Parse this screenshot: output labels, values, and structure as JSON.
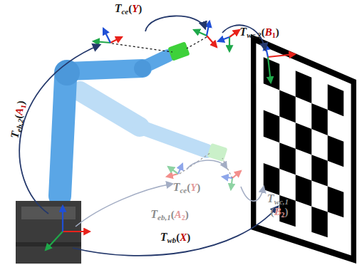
{
  "diagram": {
    "labels": [
      "T",
      "ce",
      "(",
      "Y",
      ")",
      "T",
      "wc,2",
      "(",
      "B",
      "1",
      ")",
      "T",
      "eb,2",
      "(",
      "A",
      "1",
      ")",
      "T",
      "ce",
      "(",
      "Y",
      ")",
      "T",
      "wc,1",
      "(",
      "B",
      "2",
      ")",
      "T",
      "eb,1",
      "(",
      "A",
      "2",
      ")",
      "T",
      "wb",
      "(",
      "X",
      ")"
    ]
  }
}
